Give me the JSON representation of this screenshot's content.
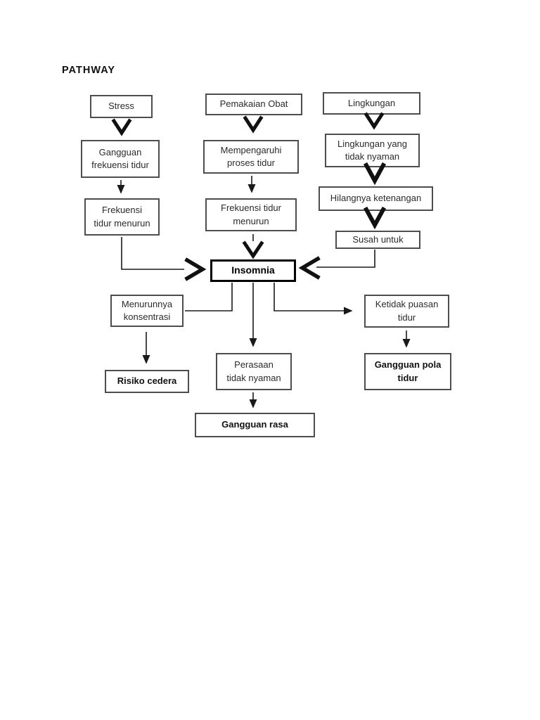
{
  "page_title": "PATHWAY",
  "colors": {
    "background": "#ffffff",
    "box_border": "#4d4d4d",
    "emphasis_border": "#000000",
    "arrow": "#111111",
    "text": "#2b2b2b"
  },
  "diagram": {
    "nodes": {
      "stress": "Stress",
      "pemakaian_obat": "Pemakaian Obat",
      "lingkungan": "Lingkungan",
      "gangguan_frekuensi_tidur": "Gangguan\nfrekuensi tidur",
      "mempengaruhi_proses_tidur": "Mempengaruhi\nproses tidur",
      "lingkungan_yang_tidak_nyaman": "Lingkungan yang\ntidak nyaman",
      "frekuensi_tidur_menurun_1": "Frekuensi\ntidur menurun",
      "frekuensi_tidur_menurun_2": "Frekuensi tidur\nmenurun",
      "hilangnya_ketenangan": "Hilangnya ketenangan",
      "susah_untuk": "Susah untuk",
      "insomnia": "Insomnia",
      "menurunnya_konsentrasi": "Menurunnya\nkonsentrasi",
      "ketidak_puasan_tidur": "Ketidak puasan\ntidur",
      "perasaan_tidak_nyaman": "Perasaan\ntidak nyaman",
      "risiko_cedera": "Risiko cedera",
      "gangguan_rasa": "Gangguan rasa",
      "gangguan_pola_tidur": "Gangguan pola\ntidur"
    }
  }
}
